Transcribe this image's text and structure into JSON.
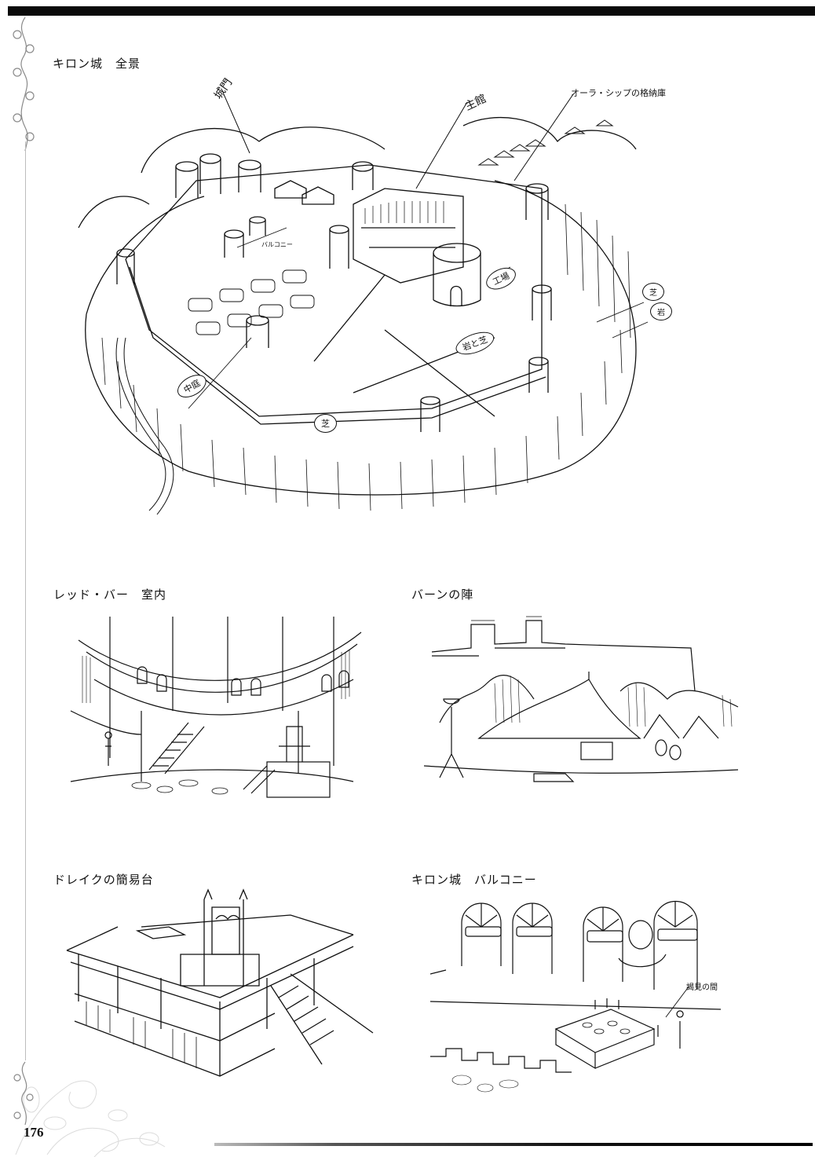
{
  "page": {
    "page_number": "176",
    "colors": {
      "ink": "#111111",
      "paper": "#ffffff",
      "ornament": "#9a9a9a"
    }
  },
  "panels": [
    {
      "id": "kiron-castle-overview",
      "caption": "キロン城　全景",
      "subject": "aerial view of castle on cliff",
      "annotations": {
        "castle_gate": "城門",
        "main_hall": "主館",
        "aura_ship_hangar": "オーラ・シップの格納庫",
        "balcony": "バルコニー",
        "workshop": "工場",
        "rock_and_grass": "岩と芝",
        "inner_garden": "中庭",
        "grass": "芝",
        "grass_right": "芝",
        "rock": "岩"
      }
    },
    {
      "id": "red-bar-interior",
      "caption": "レッド・バー　室内",
      "subject": "circular tavern interior with throne"
    },
    {
      "id": "burn-camp",
      "caption": "バーンの陣",
      "subject": "military tent camp before castle walls"
    },
    {
      "id": "drake-platform",
      "caption": "ドレイクの簡易台",
      "subject": "wooden platform with throne and stairs"
    },
    {
      "id": "kiron-castle-balcony",
      "caption": "キロン城　バルコニー",
      "subject": "balcony with arched windows and banquet table",
      "annotations": {
        "audience_hall": "謁見の間"
      }
    }
  ]
}
